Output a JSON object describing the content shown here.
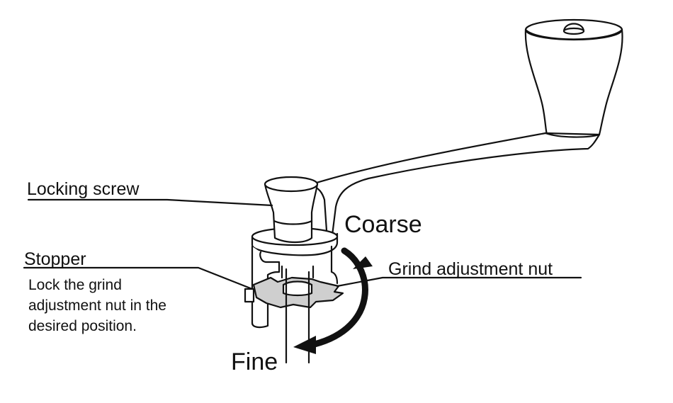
{
  "labels": {
    "locking_screw": "Locking screw",
    "stopper": "Stopper",
    "stopper_description": [
      "Lock the grind",
      "adjustment nut in the",
      "desired position."
    ],
    "grind_adjustment_nut": "Grind adjustment nut",
    "coarse": "Coarse",
    "fine": "Fine"
  },
  "colors": {
    "line": "#111111",
    "nut_fill": "#cfcfcf",
    "arrow": "#111111",
    "background": "#ffffff"
  }
}
